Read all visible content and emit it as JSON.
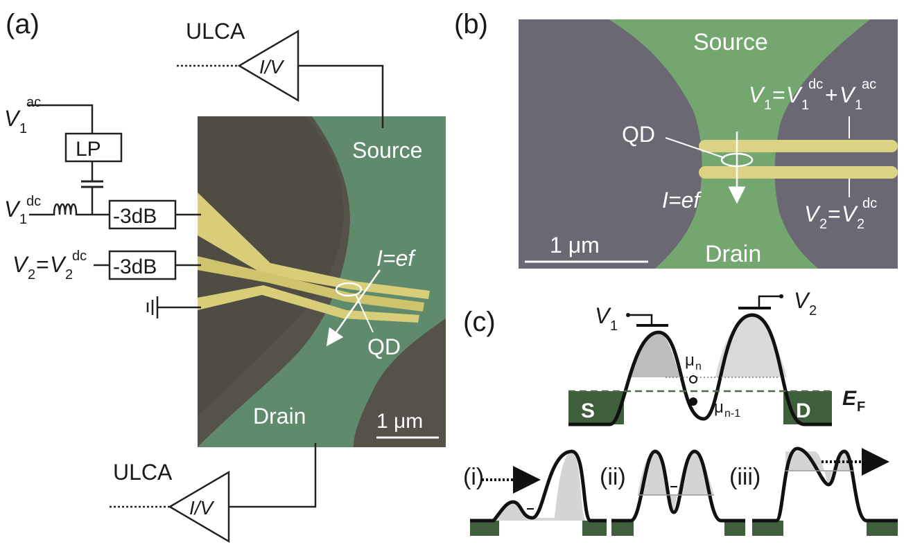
{
  "panels": {
    "a": {
      "tag": "(a)",
      "ulca_top": "ULCA",
      "ulca_bottom": "ULCA",
      "iv": "I/V",
      "v1ac": {
        "main": "V",
        "sub": "1",
        "sup": "ac"
      },
      "lp": "LP",
      "v1dc": {
        "main": "V",
        "sub": "1",
        "sup": "dc"
      },
      "att1": "-3dB",
      "v2eq": {
        "left": "V",
        "leftsub": "2",
        "eq": "=",
        "right": "V",
        "rightsub": "2",
        "rightsup": "dc"
      },
      "att2": "-3dB",
      "source": "Source",
      "drain": "Drain",
      "current": "I=ef",
      "qd": "QD",
      "scale": "1 μm"
    },
    "b": {
      "tag": "(b)",
      "source": "Source",
      "drain": "Drain",
      "qd": "QD",
      "current": "I=ef",
      "scale": "1 μm",
      "v1": {
        "a": "V",
        "asub": "1",
        "eq": "=",
        "b": "V",
        "bsub": "1",
        "bsup": "dc",
        "plus": "+",
        "c": "V",
        "csub": "1",
        "csup": "ac"
      },
      "v2": {
        "a": "V",
        "asub": "2",
        "eq": "=",
        "b": "V",
        "bsub": "2",
        "bsup": "dc"
      }
    },
    "c": {
      "tag": "(c)",
      "v1": {
        "main": "V",
        "sub": "1"
      },
      "v2": {
        "main": "V",
        "sub": "2"
      },
      "mu_n": {
        "main": "μ",
        "sub": "n"
      },
      "mu_n1": {
        "main": "μ",
        "sub": "n-1"
      },
      "ef": {
        "main": "E",
        "sub": "F"
      },
      "s": "S",
      "d": "D",
      "steps": [
        "(i)",
        "(ii)",
        "(iii)"
      ]
    }
  },
  "colors": {
    "substrate_dark": "#4d4a42",
    "substrate_b": "#6c6873",
    "mesa_green": "#5f8a6c",
    "mesa_green_b": "#74a66f",
    "gate_yellow": "#d8cd78",
    "lead_green": "#3f5e3c",
    "barrier_fill": "#d9d9d9"
  }
}
